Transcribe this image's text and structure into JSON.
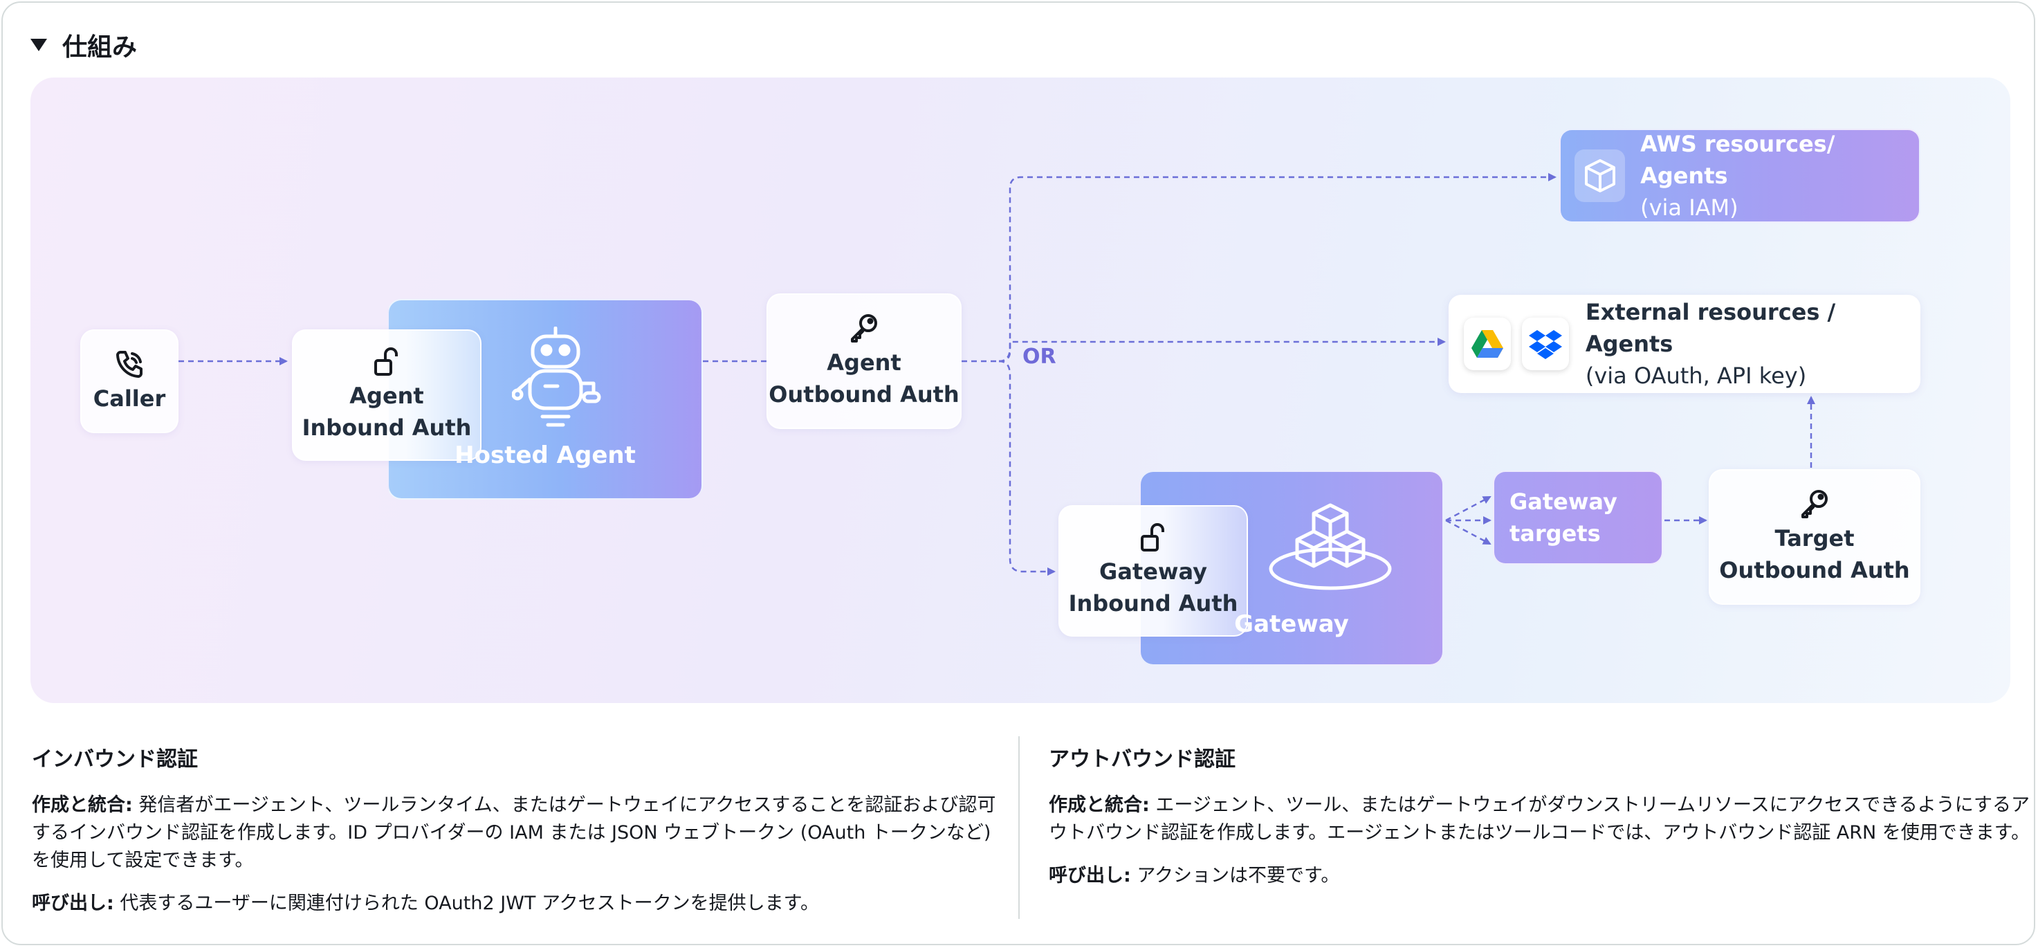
{
  "header": {
    "title": "仕組み"
  },
  "diagram": {
    "caller": "Caller",
    "agent_inbound": {
      "line1": "Agent",
      "line2": "Inbound Auth"
    },
    "hosted_agent": "Hosted Agent",
    "agent_outbound": {
      "line1": "Agent",
      "line2": "Outbound Auth"
    },
    "or_label": "OR",
    "aws_resources": {
      "line1": "AWS resources/ Agents",
      "line2": "(via IAM)"
    },
    "external_resources": {
      "line1": "External resources / Agents",
      "line2": "(via OAuth, API key)"
    },
    "gateway_inbound": {
      "line1": "Gateway",
      "line2": "Inbound Auth"
    },
    "gateway": "Gateway",
    "gateway_targets": {
      "line1": "Gateway",
      "line2": "targets"
    },
    "target_outbound": {
      "line1": "Target",
      "line2": "Outbound Auth"
    },
    "colors": {
      "arrow": "#6b6fd8",
      "hosted": "#8fb4f8",
      "gateway": "#9ca3f5",
      "accent": "#6f6ad8"
    }
  },
  "inbound": {
    "heading": "インバウンド認証",
    "create_label": "作成と統合:",
    "create_text": " 発信者がエージェント、ツールランタイム、またはゲートウェイにアクセスすることを認証および認可するインバウンド認証を作成します。ID プロバイダーの IAM または JSON ウェブトークン (OAuth トークンなど) を使用して設定できます。",
    "call_label": "呼び出し:",
    "call_text": " 代表するユーザーに関連付けられた OAuth2 JWT アクセストークンを提供します。"
  },
  "outbound": {
    "heading": "アウトバウンド認証",
    "create_label": "作成と統合:",
    "create_text": " エージェント、ツール、またはゲートウェイがダウンストリームリソースにアクセスできるようにするアウトバウンド認証を作成します。エージェントまたはツールコードでは、アウトバウンド認証 ARN を使用できます。",
    "call_label": "呼び出し:",
    "call_text": " アクションは不要です。"
  }
}
